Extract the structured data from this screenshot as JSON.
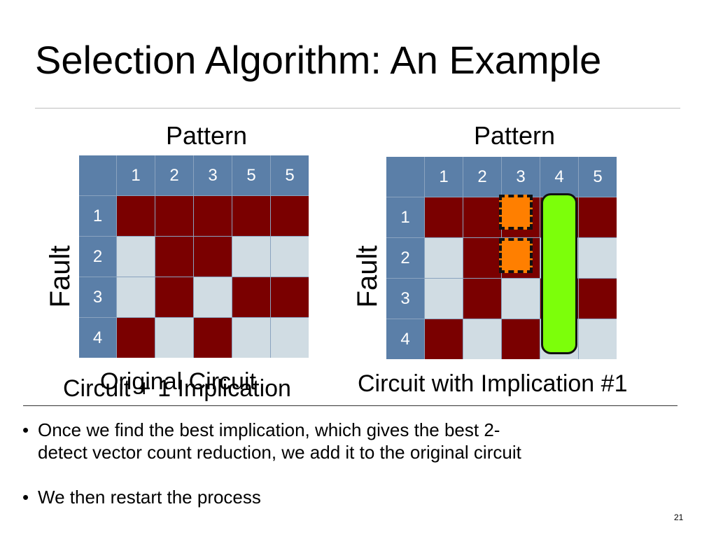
{
  "title": "Selection Algorithm: An Example",
  "left": {
    "pattern_label": "Pattern",
    "fault_label": "Fault",
    "col_headers": [
      "1",
      "2",
      "3",
      "5",
      "5"
    ],
    "rows": [
      {
        "label": "1",
        "cells": [
          1,
          1,
          1,
          1,
          1
        ]
      },
      {
        "label": "2",
        "cells": [
          0,
          1,
          1,
          0,
          0
        ]
      },
      {
        "label": "3",
        "cells": [
          0,
          1,
          0,
          1,
          1
        ]
      },
      {
        "label": "4",
        "cells": [
          1,
          0,
          1,
          0,
          0
        ]
      }
    ],
    "caption_top": "Original Circuit",
    "caption_bottom": "Circuit + 1 Implication"
  },
  "right": {
    "pattern_label": "Pattern",
    "fault_label": "Fault",
    "col_headers": [
      "1",
      "2",
      "3",
      "4",
      "5"
    ],
    "rows": [
      {
        "label": "1",
        "cells": [
          1,
          1,
          1,
          1,
          1
        ]
      },
      {
        "label": "2",
        "cells": [
          0,
          1,
          1,
          0,
          0
        ]
      },
      {
        "label": "3",
        "cells": [
          0,
          1,
          0,
          1,
          1
        ]
      },
      {
        "label": "4",
        "cells": [
          1,
          0,
          1,
          0,
          0
        ]
      }
    ],
    "highlighted": [
      {
        "row": 1,
        "col": 3,
        "color": "#ff7f00"
      },
      {
        "row": 2,
        "col": 3,
        "color": "#ff7f00"
      }
    ],
    "implication_column": {
      "col": 4,
      "color": "#7cff0a"
    },
    "caption": "Circuit with Implication #1"
  },
  "bullets": [
    {
      "line1": "Once we find the best implication, which gives the best 2-",
      "line2": "detect vector count reduction, we add it to the original circuit"
    },
    {
      "line1": "We then restart the process",
      "line2": ""
    }
  ],
  "page_number": "21",
  "colors": {
    "header": "#5b7fa8",
    "detected": "#7a0000",
    "undetected": "#d0dce3"
  }
}
